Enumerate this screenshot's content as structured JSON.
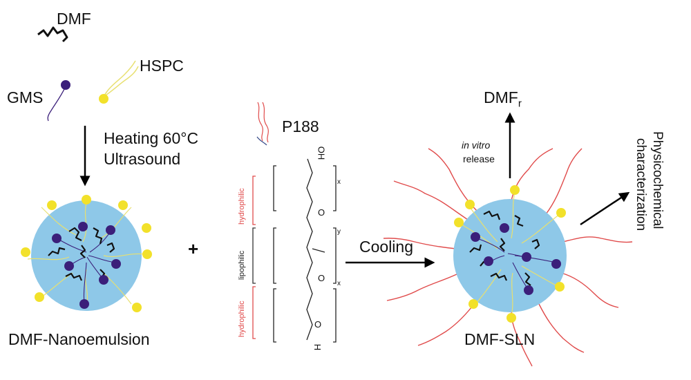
{
  "labels": {
    "dmf": "DMF",
    "hspc": "HSPC",
    "gms": "GMS",
    "heating": "Heating 60°C",
    "ultrasound": "Ultrasound",
    "nanoemulsion": "DMF-Nanoemulsion",
    "plus": "+",
    "p188": "P188",
    "hydrophilic_top": "hydrophilic",
    "lipophilic": "lipophilic",
    "hydrophilic_bottom": "hydrophilic",
    "cooling": "Cooling",
    "sln": "DMF-SLN",
    "dmf_r_main": "DMF",
    "dmf_r_sub": "r",
    "in_vitro": "in vitro",
    "release": "release",
    "physico_1": "Physicochemical",
    "physico_2": "characterization",
    "chem_oh": "OH",
    "chem_x1": "x",
    "chem_o1": "O",
    "chem_y": "y",
    "chem_o2": "O",
    "chem_x2": "x",
    "chem_o3": "O",
    "chem_h": "H"
  },
  "colors": {
    "sphere": "#8ec8e8",
    "gms_head": "#3b1f7a",
    "hspc_head": "#f2e12a",
    "hspc_tail": "#e8e070",
    "p188_red": "#e04a4a",
    "p188_blue": "#3a4d8a",
    "dmf_black": "#111111"
  }
}
